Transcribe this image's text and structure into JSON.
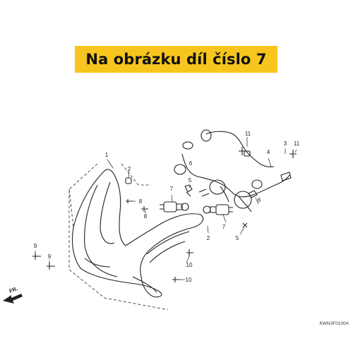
{
  "banner": {
    "text": "Na obrázku díl číslo 7",
    "color": "#f7c51e"
  },
  "diagram_code": "KWN3F0100A",
  "direction_label": "FR.",
  "callouts": [
    {
      "id": "c1",
      "label": "1"
    },
    {
      "id": "c2a",
      "label": "2"
    },
    {
      "id": "c2b",
      "label": "2"
    },
    {
      "id": "c3",
      "label": "3"
    },
    {
      "id": "c4",
      "label": "4"
    },
    {
      "id": "c5a",
      "label": "5"
    },
    {
      "id": "c5b",
      "label": "5"
    },
    {
      "id": "c6a",
      "label": "6"
    },
    {
      "id": "c6b",
      "label": "6"
    },
    {
      "id": "c7a",
      "label": "7"
    },
    {
      "id": "c7b",
      "label": "7"
    },
    {
      "id": "c8a",
      "label": "8"
    },
    {
      "id": "c8b",
      "label": "8"
    },
    {
      "id": "c9a",
      "label": "9"
    },
    {
      "id": "c9b",
      "label": "9"
    },
    {
      "id": "c10a",
      "label": "10"
    },
    {
      "id": "c10b",
      "label": "10"
    },
    {
      "id": "c11a",
      "label": "11"
    },
    {
      "id": "c11b",
      "label": "11"
    }
  ]
}
